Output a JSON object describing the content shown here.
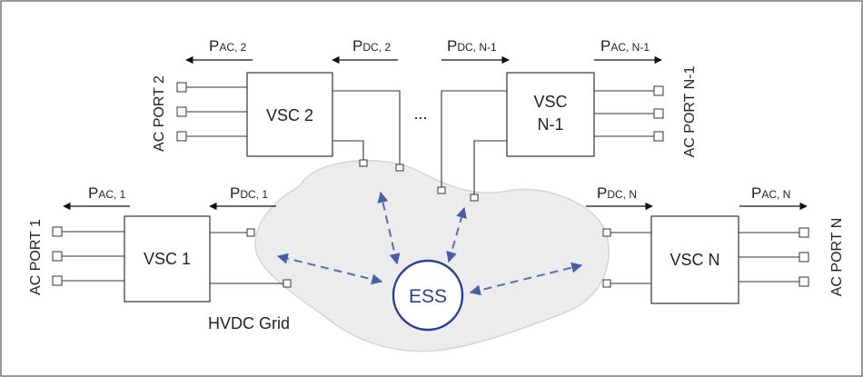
{
  "colors": {
    "frame": "#555555",
    "cloud_fill": "#ececec",
    "cloud_stroke": "#d4d4d4",
    "ess": "#2b3d9a",
    "arrow_dash": "#5a6cb0"
  },
  "ess_label": "ESS",
  "grid_label": "HVDC Grid",
  "dots": "...",
  "converters": [
    {
      "line1": "VSC 2",
      "line2": ""
    },
    {
      "line1": "VSC",
      "line2": "N-1"
    },
    {
      "line1": "VSC 1",
      "line2": ""
    },
    {
      "line1": "VSC N",
      "line2": ""
    }
  ],
  "ports": [
    "AC PORT 2",
    "AC PORT N-1",
    "AC PORT 1",
    "AC PORT N"
  ],
  "power_labels": [
    {
      "main": "P",
      "sub": "AC, 2"
    },
    {
      "main": "P",
      "sub": "DC, 2"
    },
    {
      "main": "P",
      "sub": "DC, N-1"
    },
    {
      "main": "P",
      "sub": "AC, N-1"
    },
    {
      "main": "P",
      "sub": "AC, 1"
    },
    {
      "main": "P",
      "sub": "DC, 1"
    },
    {
      "main": "P",
      "sub": "DC, N"
    },
    {
      "main": "P",
      "sub": "AC, N"
    }
  ]
}
